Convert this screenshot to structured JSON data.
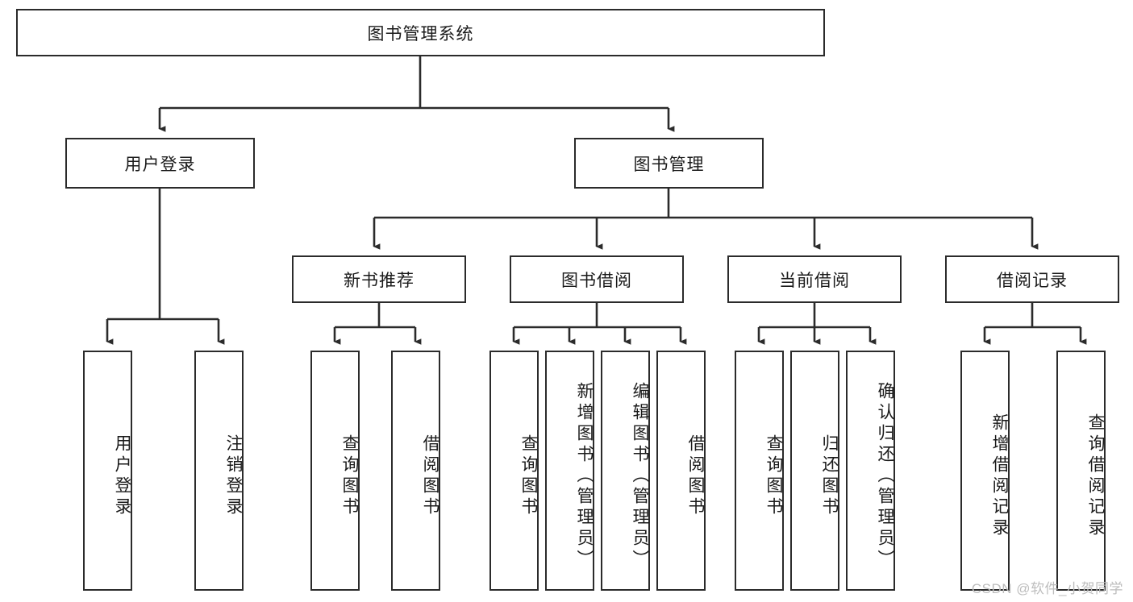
{
  "diagram": {
    "title": "图书管理系统",
    "root": {
      "label": "图书管理系统"
    },
    "level2": [
      {
        "label": "用户登录"
      },
      {
        "label": "图书管理"
      }
    ],
    "level3": [
      {
        "label": "新书推荐"
      },
      {
        "label": "图书借阅"
      },
      {
        "label": "当前借阅"
      },
      {
        "label": "借阅记录"
      }
    ],
    "leaves": {
      "user_login": [
        {
          "label": "用户登录"
        },
        {
          "label": "注销登录"
        }
      ],
      "new_book_recommend": [
        {
          "label": "查询图书"
        },
        {
          "label": "借阅图书"
        }
      ],
      "book_borrow": [
        {
          "label": "查询图书"
        },
        {
          "label": "新增图书（管理员）"
        },
        {
          "label": "编辑图书（管理员）"
        },
        {
          "label": "借阅图书"
        }
      ],
      "current_borrow": [
        {
          "label": "查询图书"
        },
        {
          "label": "归还图书"
        },
        {
          "label": "确认归还（管理员）"
        }
      ],
      "borrow_record": [
        {
          "label": "新增借阅记录"
        },
        {
          "label": "查询借阅记录"
        }
      ]
    }
  },
  "watermark": {
    "text": "CSDN @软件_小贺同学"
  },
  "colors": {
    "stroke": "#2b2b2b",
    "background": "#ffffff",
    "text": "#1a1a1a",
    "watermark": "#bdbdbd"
  }
}
